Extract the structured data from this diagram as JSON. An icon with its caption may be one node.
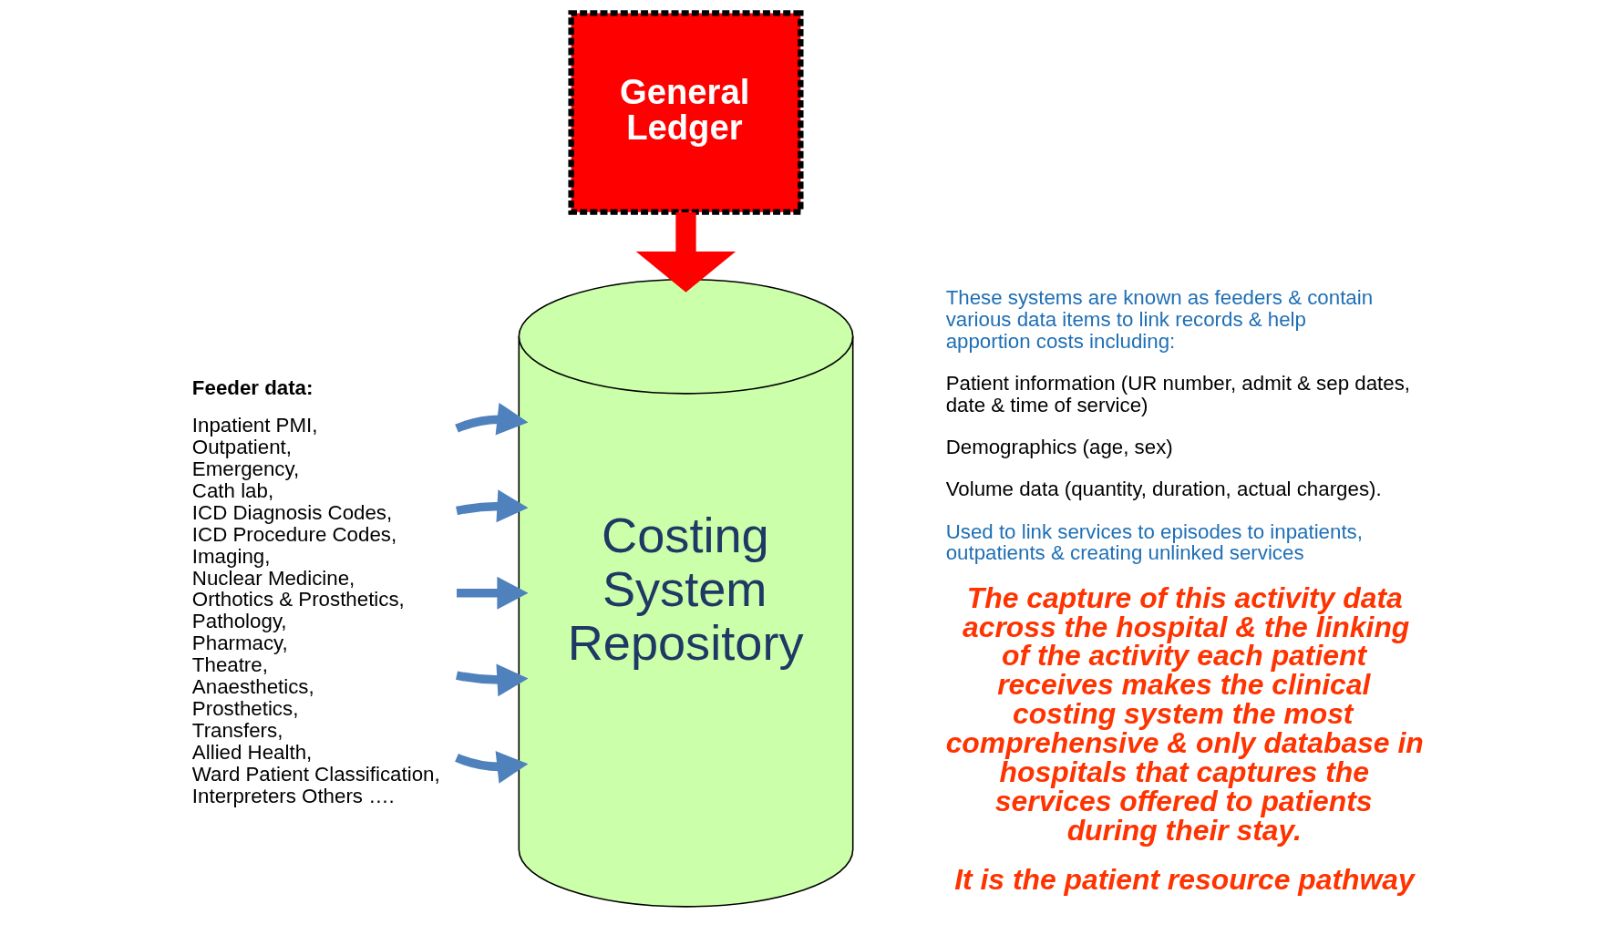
{
  "diagram": {
    "nodes": [
      {
        "text": [
          "Feeder data:",
          "Inpatient PMI, Outpatient, Emergency, Cath lab, ICD Diagnosis Codes, ICD Procedure Codes, Imaging, Nuclear Medicine, Orthotics & Prosthetics, Pathology, Pharmacy, Theatre, Anaesthetics, Prosthetics, Transfers, Allied Health, Ward Patient Classification, Interpreters Others …."
        ]
      },
      {
        "text": [
          "General Ledger"
        ]
      },
      {
        "text": [
          "Costing System Repository"
        ]
      }
    ],
    "edges": [
      {
        "from": 0,
        "to": 2,
        "arrow": "to"
      },
      {
        "from": 0,
        "to": 2,
        "arrow": "to"
      },
      {
        "from": 0,
        "to": 2,
        "arrow": "to"
      },
      {
        "from": 0,
        "to": 2,
        "arrow": "to"
      },
      {
        "from": 0,
        "to": 2,
        "arrow": "to"
      },
      {
        "from": 1,
        "to": 2,
        "arrow": "to",
        "style": "thick",
        "color": "#ff0000"
      }
    ],
    "labels": [
      "These systems are known as feeders & contain various data items to link records & help apportion costs including:",
      "Patient information (UR number, admit & sep dates, date & time of service)",
      "Demographics (age, sex)",
      "Volume data (quantity, duration, actual charges).",
      "Used to link services to episodes to inpatients, outpatients & creating unlinked services",
      "The capture of this activity data across the hospital & the linking of the activity each patient receives makes the clinical costing system the most comprehensive & only database in hospitals that captures the services offered to patients during their stay.",
      "It is the patient resource pathway"
    ]
  }
}
